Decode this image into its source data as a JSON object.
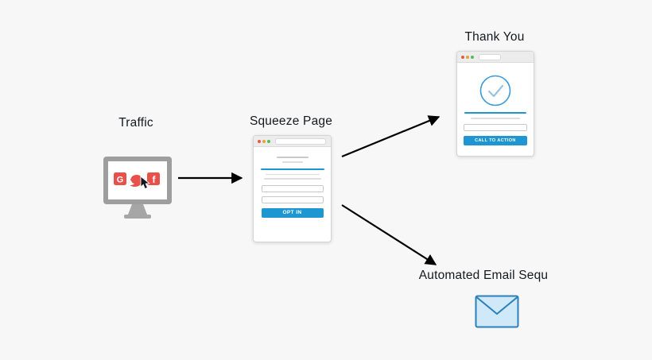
{
  "nodes": {
    "traffic": {
      "label": "Traffic"
    },
    "squeeze_page": {
      "label": "Squeeze Page",
      "opt_in_button": "OPT IN"
    },
    "thank_you": {
      "label": "Thank You",
      "cta_button": "CALL TO ACTION"
    },
    "email_sequence": {
      "label": "Automated Email Sequ"
    }
  },
  "icons": {
    "google_letter": "G",
    "facebook_letter": "f",
    "twitter": "twitter-bird",
    "checkmark": "check-circle",
    "envelope": "email-envelope",
    "cursor": "mouse-cursor",
    "window_dots": [
      "red",
      "orange",
      "green"
    ]
  },
  "colors": {
    "background": "#f7f7f7",
    "accent_blue": "#1e96d2",
    "social_red": "#e8504a",
    "monitor_gray": "#9e9e9e",
    "envelope_fill": "#cfe9f8",
    "envelope_border": "#2d7fb8",
    "arrow_black": "#000000"
  }
}
